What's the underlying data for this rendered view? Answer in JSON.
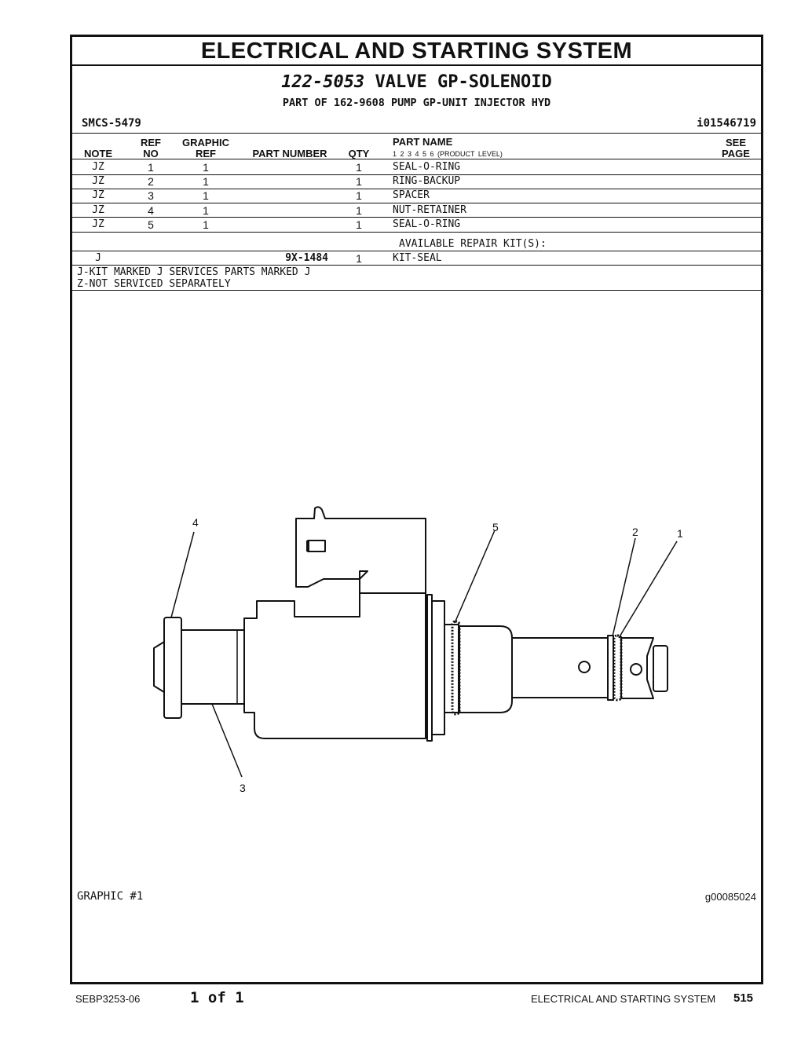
{
  "section_title": "ELECTRICAL AND STARTING SYSTEM",
  "group": {
    "number": "122-5053",
    "name": "VALVE GP-SOLENOID"
  },
  "part_of": "PART OF 162-9608 PUMP GP-UNIT INJECTOR HYD",
  "smcs": "SMCS-5479",
  "illustration_id": "i01546719",
  "table": {
    "headers": {
      "note": "NOTE",
      "ref_top": "REF",
      "ref_bottom": "NO",
      "graphic_top": "GRAPHIC",
      "graphic_bottom": "REF",
      "part_number": "PART NUMBER",
      "qty": "QTY",
      "part_name": "PART NAME",
      "product_level": "1   2   3   4   5   6   (PRODUCT LEVEL)",
      "see_top": "SEE",
      "see_bottom": "PAGE"
    },
    "rows": [
      {
        "note": "JZ",
        "ref": "1",
        "graphic": "1",
        "part_number": "",
        "qty": "1",
        "name": "SEAL-O-RING"
      },
      {
        "note": "JZ",
        "ref": "2",
        "graphic": "1",
        "part_number": "",
        "qty": "1",
        "name": "RING-BACKUP"
      },
      {
        "note": "JZ",
        "ref": "3",
        "graphic": "1",
        "part_number": "",
        "qty": "1",
        "name": "SPACER"
      },
      {
        "note": "JZ",
        "ref": "4",
        "graphic": "1",
        "part_number": "",
        "qty": "1",
        "name": "NUT-RETAINER"
      },
      {
        "note": "JZ",
        "ref": "5",
        "graphic": "1",
        "part_number": "",
        "qty": "1",
        "name": "SEAL-O-RING"
      }
    ],
    "kit_heading": "AVAILABLE REPAIR KIT(S):",
    "kit_rows": [
      {
        "note": "J",
        "part_number": "9X-1484",
        "qty": "1",
        "name": "KIT-SEAL"
      }
    ],
    "notes": [
      "J-KIT MARKED J SERVICES PARTS MARKED J",
      "Z-NOT SERVICED SEPARATELY"
    ]
  },
  "graphic": {
    "label": "GRAPHIC #1",
    "id": "g00085024",
    "callouts": [
      "4",
      "5",
      "2",
      "1",
      "3"
    ]
  },
  "footer": {
    "doc": "SEBP3253-06",
    "page_of": "1 of 1",
    "section": "ELECTRICAL AND STARTING SYSTEM",
    "page": "515"
  }
}
